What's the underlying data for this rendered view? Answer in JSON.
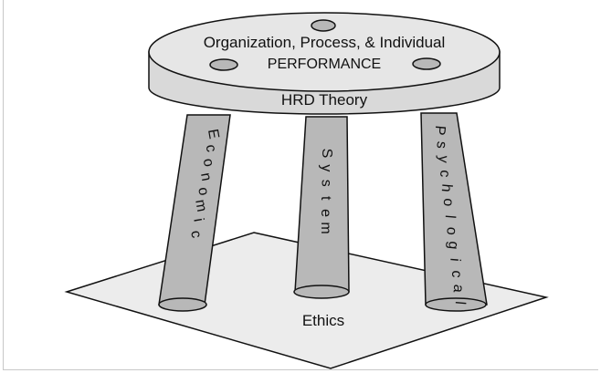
{
  "diagram": {
    "tabletop_line1": "Organization, Process, & Individual",
    "tabletop_line2": "PERFORMANCE",
    "band_label": "HRD Theory",
    "legs": [
      {
        "label": "Economic",
        "letters": [
          "E",
          "c",
          "o",
          "n",
          "o",
          "m",
          "i",
          "c"
        ]
      },
      {
        "label": "System",
        "letters": [
          "S",
          "y",
          "s",
          "t",
          "e",
          "m"
        ]
      },
      {
        "label": "Psychological",
        "letters": [
          "P",
          "s",
          "y",
          "c",
          "h",
          "o",
          "l",
          "o",
          "g",
          "i",
          "c",
          "a",
          "l"
        ]
      }
    ],
    "base_label": "Ethics",
    "colors": {
      "fill_light": "#e6e6e6",
      "fill_mid": "#d9d9d9",
      "fill_leg": "#b8b8b8",
      "base_fill": "#ececec",
      "stroke": "#111111"
    }
  }
}
